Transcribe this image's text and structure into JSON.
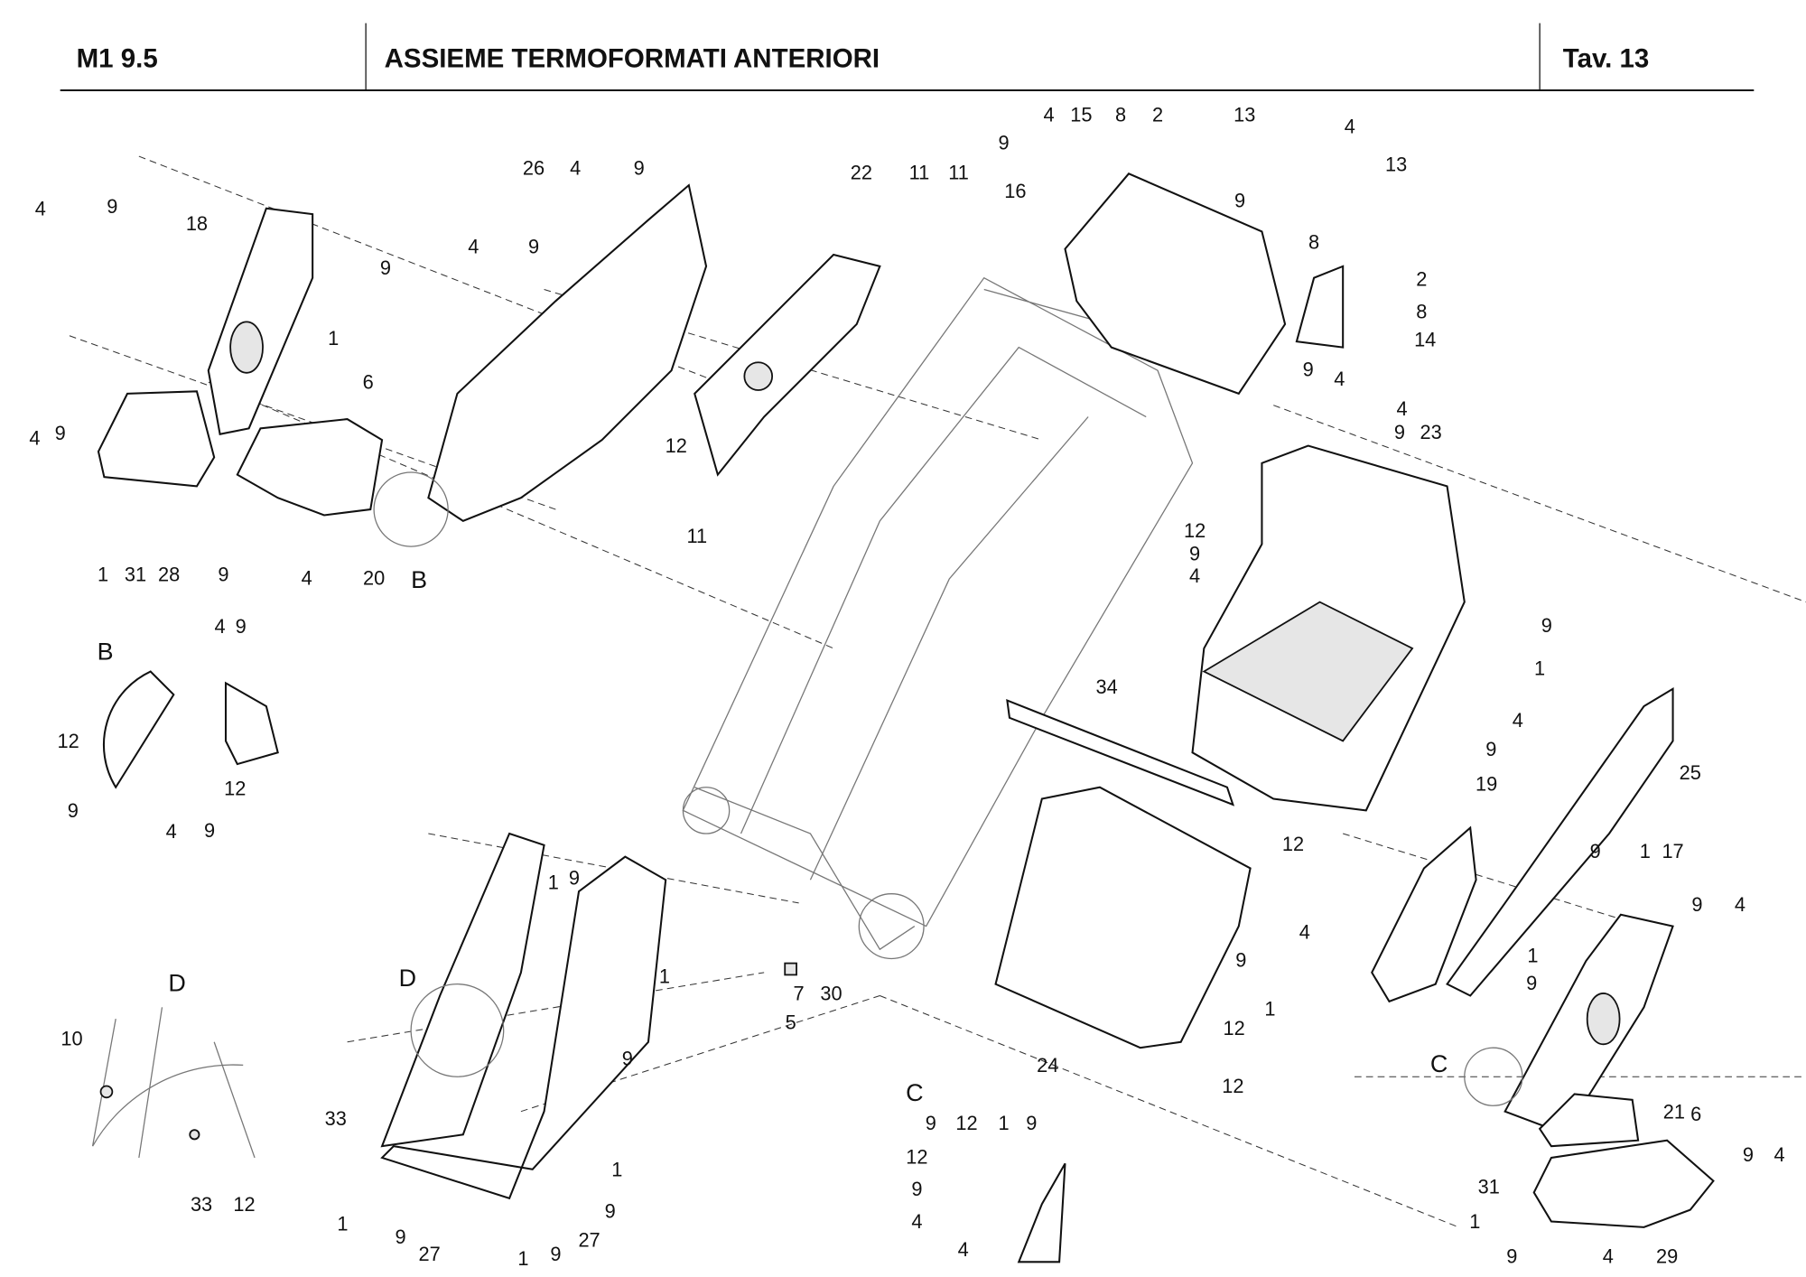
{
  "header": {
    "model": "M1 9.5",
    "title": "ASSIEME TERMOFORMATI ANTERIORI",
    "table": "Tav.  13"
  },
  "callouts": [
    "4",
    "9",
    "18",
    "9",
    "1",
    "6",
    "4",
    "9",
    "1",
    "31",
    "28",
    "9",
    "4",
    "20",
    "B",
    "26",
    "4",
    "9",
    "4",
    "9",
    "22",
    "11",
    "11",
    "12",
    "11",
    "4",
    "15",
    "8",
    "2",
    "13",
    "4",
    "9",
    "13",
    "9",
    "16",
    "8",
    "2",
    "8",
    "14",
    "9",
    "4",
    "4",
    "9",
    "23",
    "12",
    "9",
    "4",
    "9",
    "1",
    "4",
    "9",
    "34",
    "25",
    "19",
    "12",
    "17",
    "9",
    "1",
    "9",
    "4",
    "1",
    "9",
    "4",
    "9",
    "1",
    "12",
    "24",
    "12",
    "C",
    "6",
    "21",
    "31",
    "1",
    "9",
    "4",
    "9",
    "4",
    "29",
    "B",
    "4",
    "9",
    "12",
    "12",
    "9",
    "4",
    "9",
    "1",
    "9",
    "1",
    "9",
    "D",
    "5",
    "7",
    "30",
    "33",
    "1",
    "9",
    "27",
    "9",
    "1",
    "27",
    "9",
    "1",
    "C",
    "9",
    "12",
    "1",
    "9",
    "12",
    "9",
    "4",
    "4",
    "D",
    "10",
    "33",
    "12"
  ]
}
